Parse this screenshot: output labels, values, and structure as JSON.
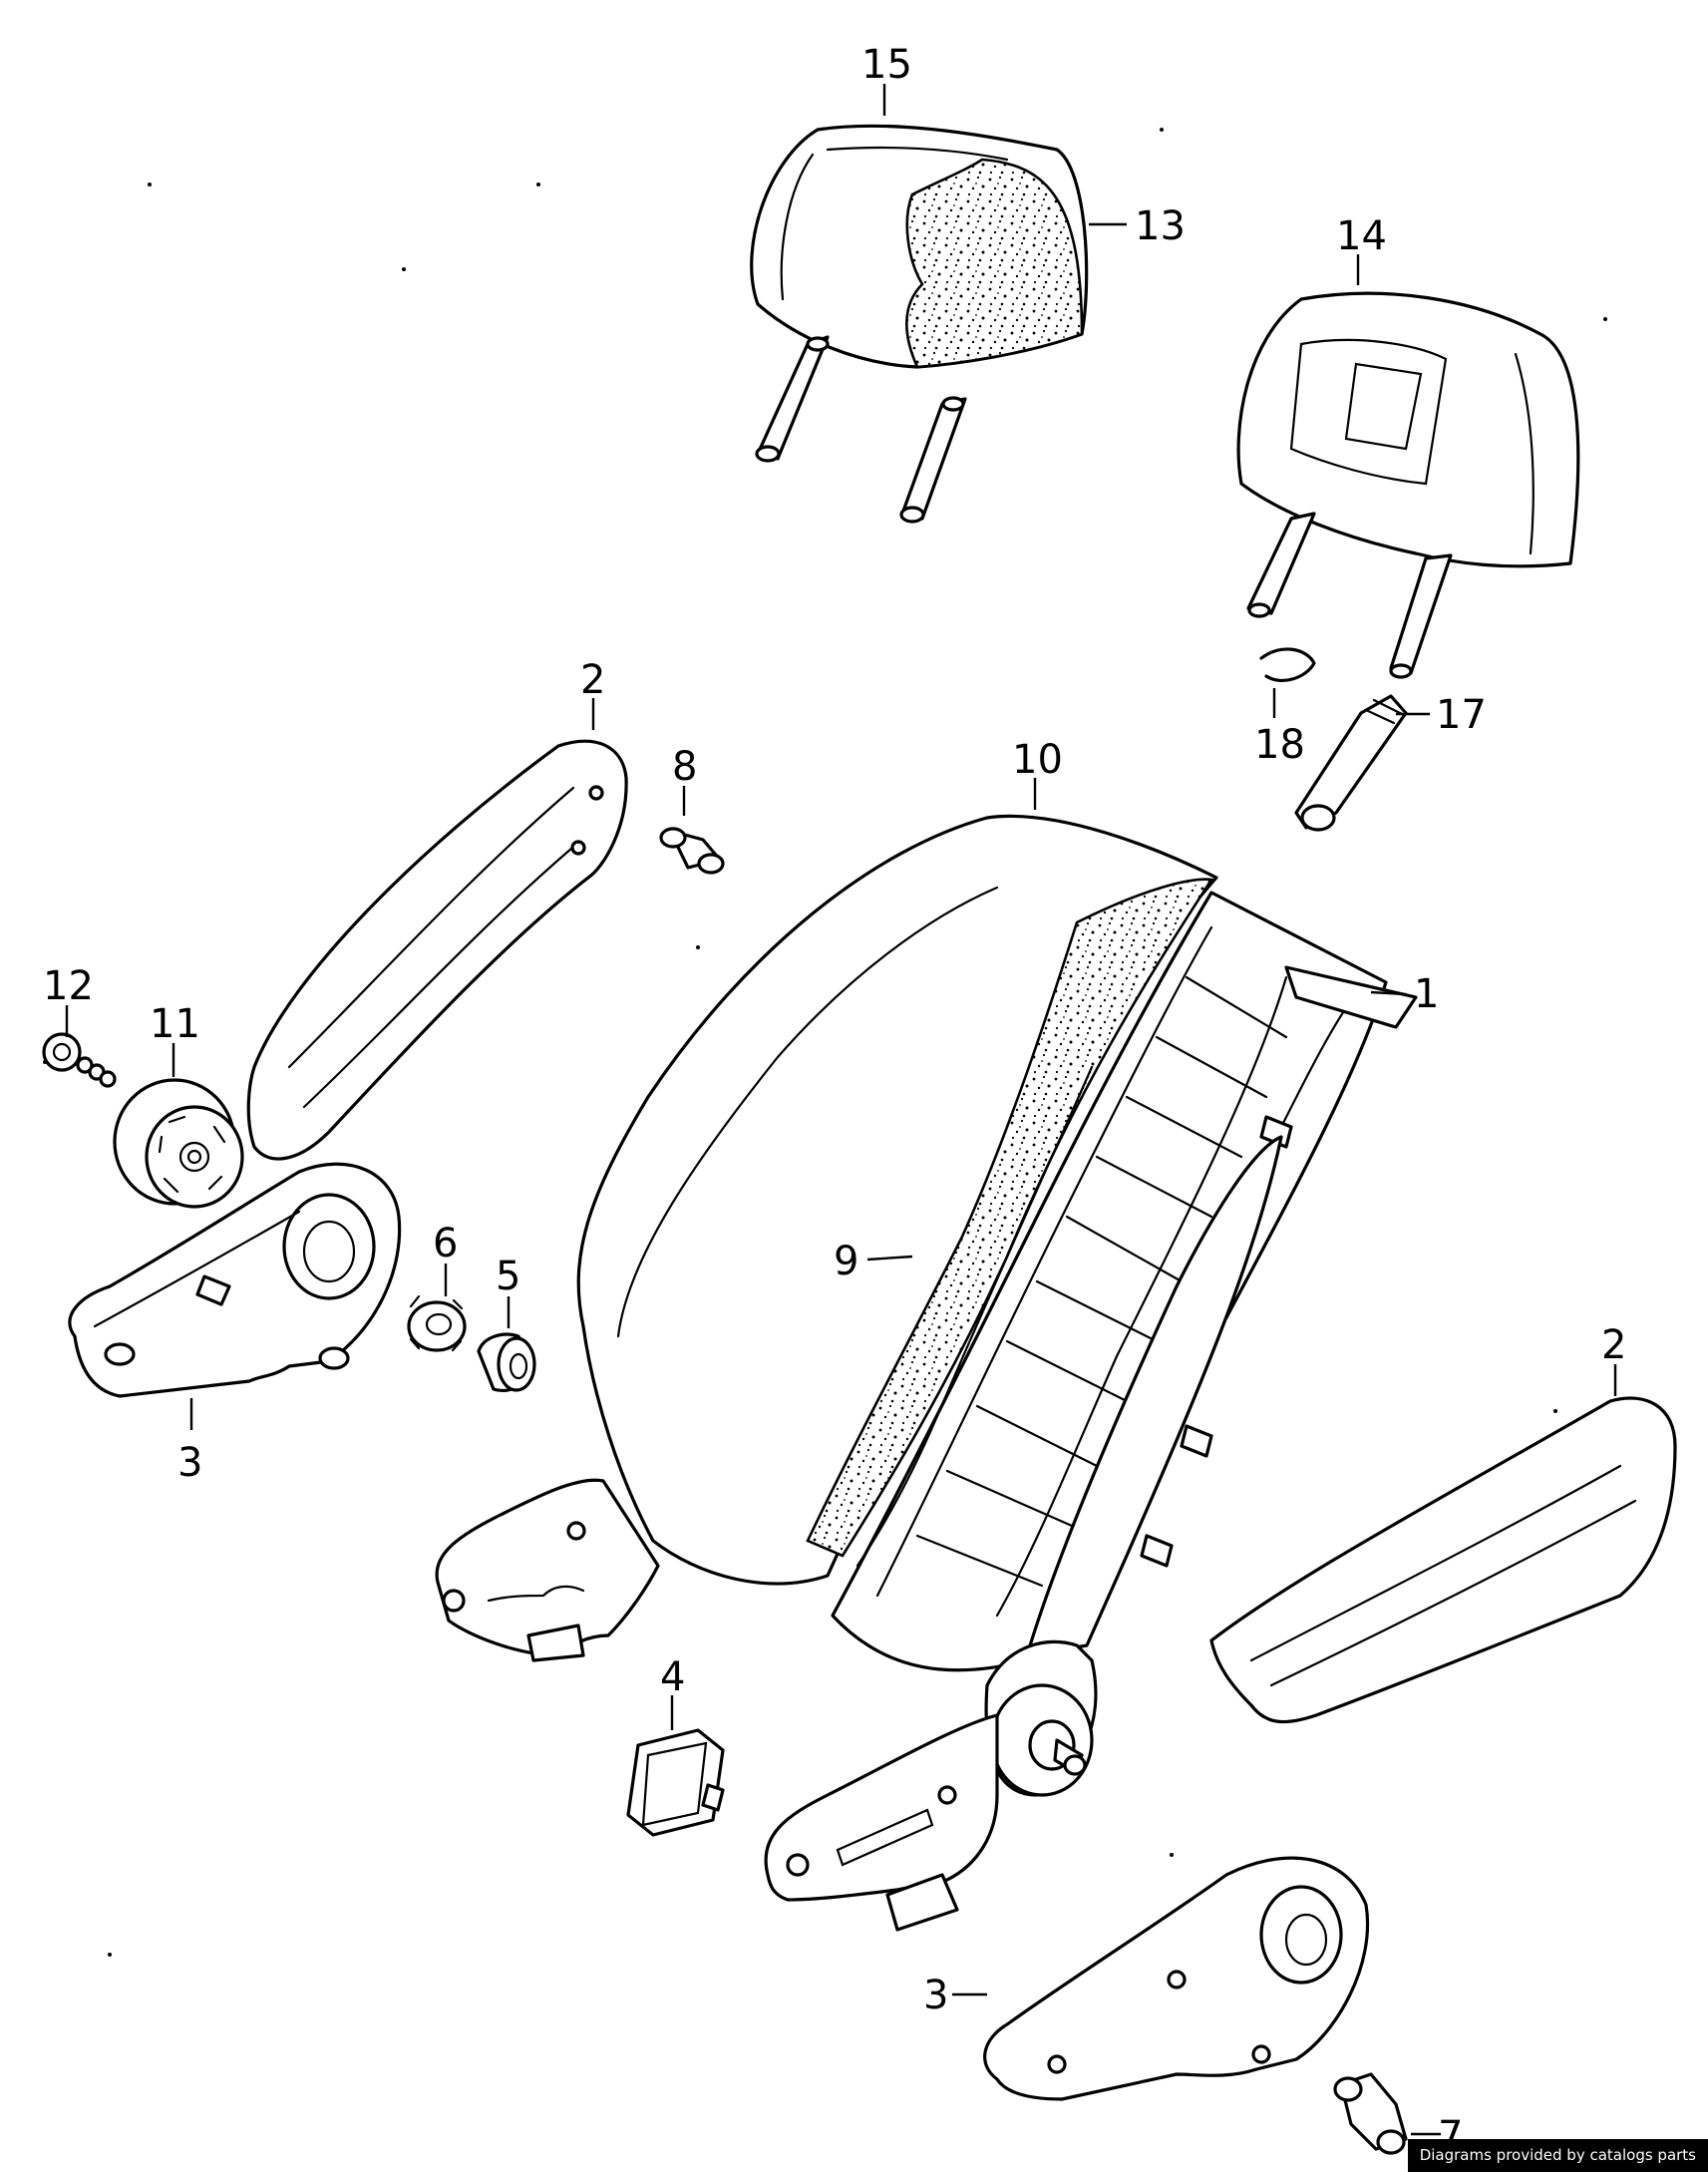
{
  "callouts": {
    "c1": "1",
    "c2a": "2",
    "c2b": "2",
    "c3a": "3",
    "c3b": "3",
    "c4": "4",
    "c5": "5",
    "c6": "6",
    "c7": "7",
    "c8": "8",
    "c9": "9",
    "c10": "10",
    "c11": "11",
    "c12": "12",
    "c13": "13",
    "c14": "14",
    "c15": "15",
    "c17": "17",
    "c18": "18"
  },
  "footer": {
    "credit": "Diagrams provided by catalogs parts"
  }
}
